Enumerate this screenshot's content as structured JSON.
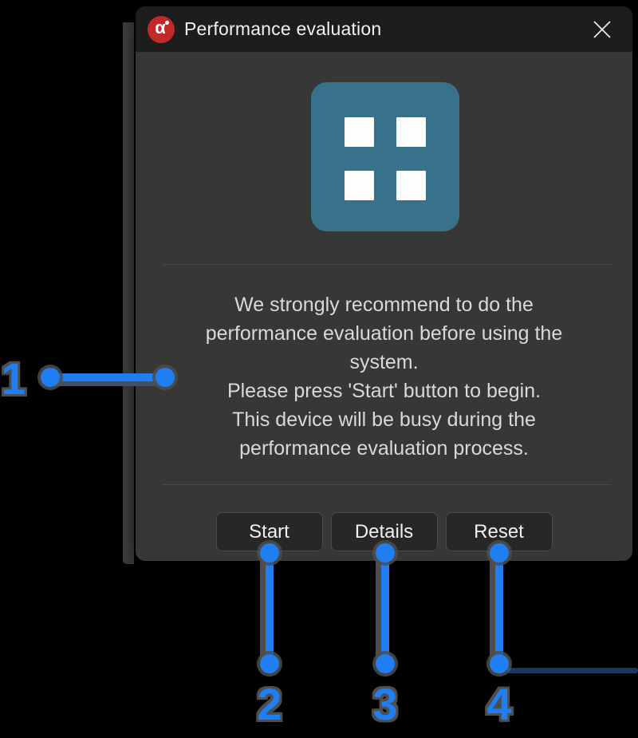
{
  "window": {
    "title": "Performance evaluation"
  },
  "icons": {
    "app_logo_glyph": "α",
    "close": "✕",
    "grid": "grid-2x2"
  },
  "dialog": {
    "message": {
      "lines": [
        "We strongly recommend to do the",
        "performance evaluation before using the",
        "system.",
        "Please press 'Start' button to begin.",
        "This device will be busy during the",
        "performance evaluation process."
      ]
    },
    "buttons": [
      {
        "label": "Start"
      },
      {
        "label": "Details"
      },
      {
        "label": "Reset"
      }
    ]
  },
  "annotations": {
    "markers": [
      {
        "label": "1"
      },
      {
        "label": "2"
      },
      {
        "label": "3"
      },
      {
        "label": "4"
      }
    ]
  },
  "colors": {
    "annotation_accent": "#1F7FF2",
    "annotation_outline": "#4E4E4E",
    "brand_red": "#C12A28",
    "icon_teal": "#37718A",
    "dialog_body": "#373737",
    "titlebar": "#1D1D1D"
  }
}
